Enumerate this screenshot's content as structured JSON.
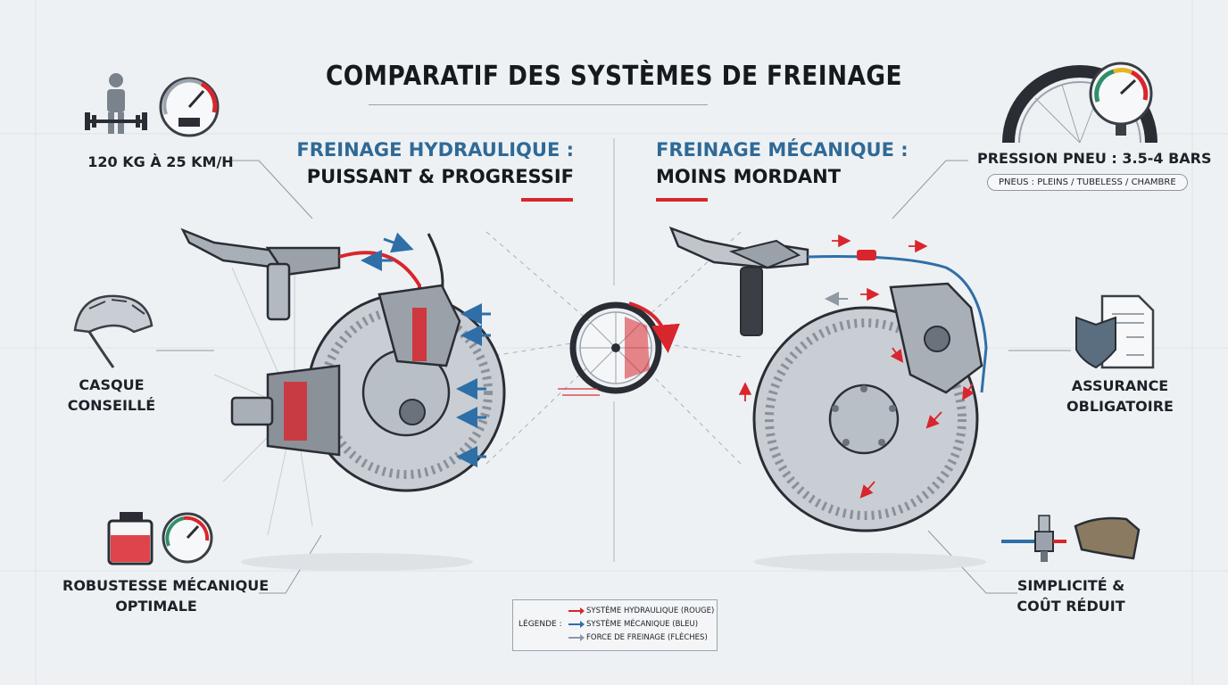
{
  "title": "COMPARATIF DES SYSTÈMES DE FREINAGE",
  "hydraulic": {
    "subtitle": "FREINAGE HYDRAULIQUE :",
    "headline": "PUISSANT & PROGRESSIF"
  },
  "mechanical": {
    "subtitle": "FREINAGE MÉCANIQUE :",
    "headline": "MOINS MORDANT"
  },
  "callouts": {
    "load_speed": "120 KG À 25 KM/H",
    "helmet_line1": "CASQUE",
    "helmet_line2": "CONSEILLÉ",
    "robustness_line1": "ROBUSTESSE MÉCANIQUE",
    "robustness_line2": "OPTIMALE",
    "pressure": "PRESSION PNEU : 3.5-4 BARS",
    "tire_types": "PNEUS : PLEINS / TUBELESS / CHAMBRE",
    "insurance_line1": "ASSURANCE",
    "insurance_line2": "OBLIGATOIRE",
    "simplicity_line1": "SIMPLICITÉ &",
    "simplicity_line2": "COÛT RÉDUIT"
  },
  "legend": {
    "title": "LÉGENDE :",
    "items": [
      {
        "text": "SYSTÈME HYDRAULIQUE (ROUGE)",
        "color": "#d8262c"
      },
      {
        "text": "SYSTÈME MÉCANIQUE (BLEU)",
        "color": "#2f6fa8"
      },
      {
        "text": "FORCE DE FREINAGE (FLÈCHES)",
        "color": "#8f98a3"
      }
    ]
  },
  "colors": {
    "hydraulic_accent": "#d8262c",
    "mechanical_accent": "#2f6fa8",
    "subtitle_blue": "#2f6a96",
    "metal": "#a9afb6"
  },
  "icons": [
    "person-lifting-icon",
    "speedometer-icon",
    "helmet-icon",
    "fluid-reservoir-icon",
    "gauge-icon",
    "tire-pressure-gauge-icon",
    "insurance-document-icon",
    "cable-adjuster-icon",
    "brake-pad-icon",
    "wheel-icon"
  ]
}
